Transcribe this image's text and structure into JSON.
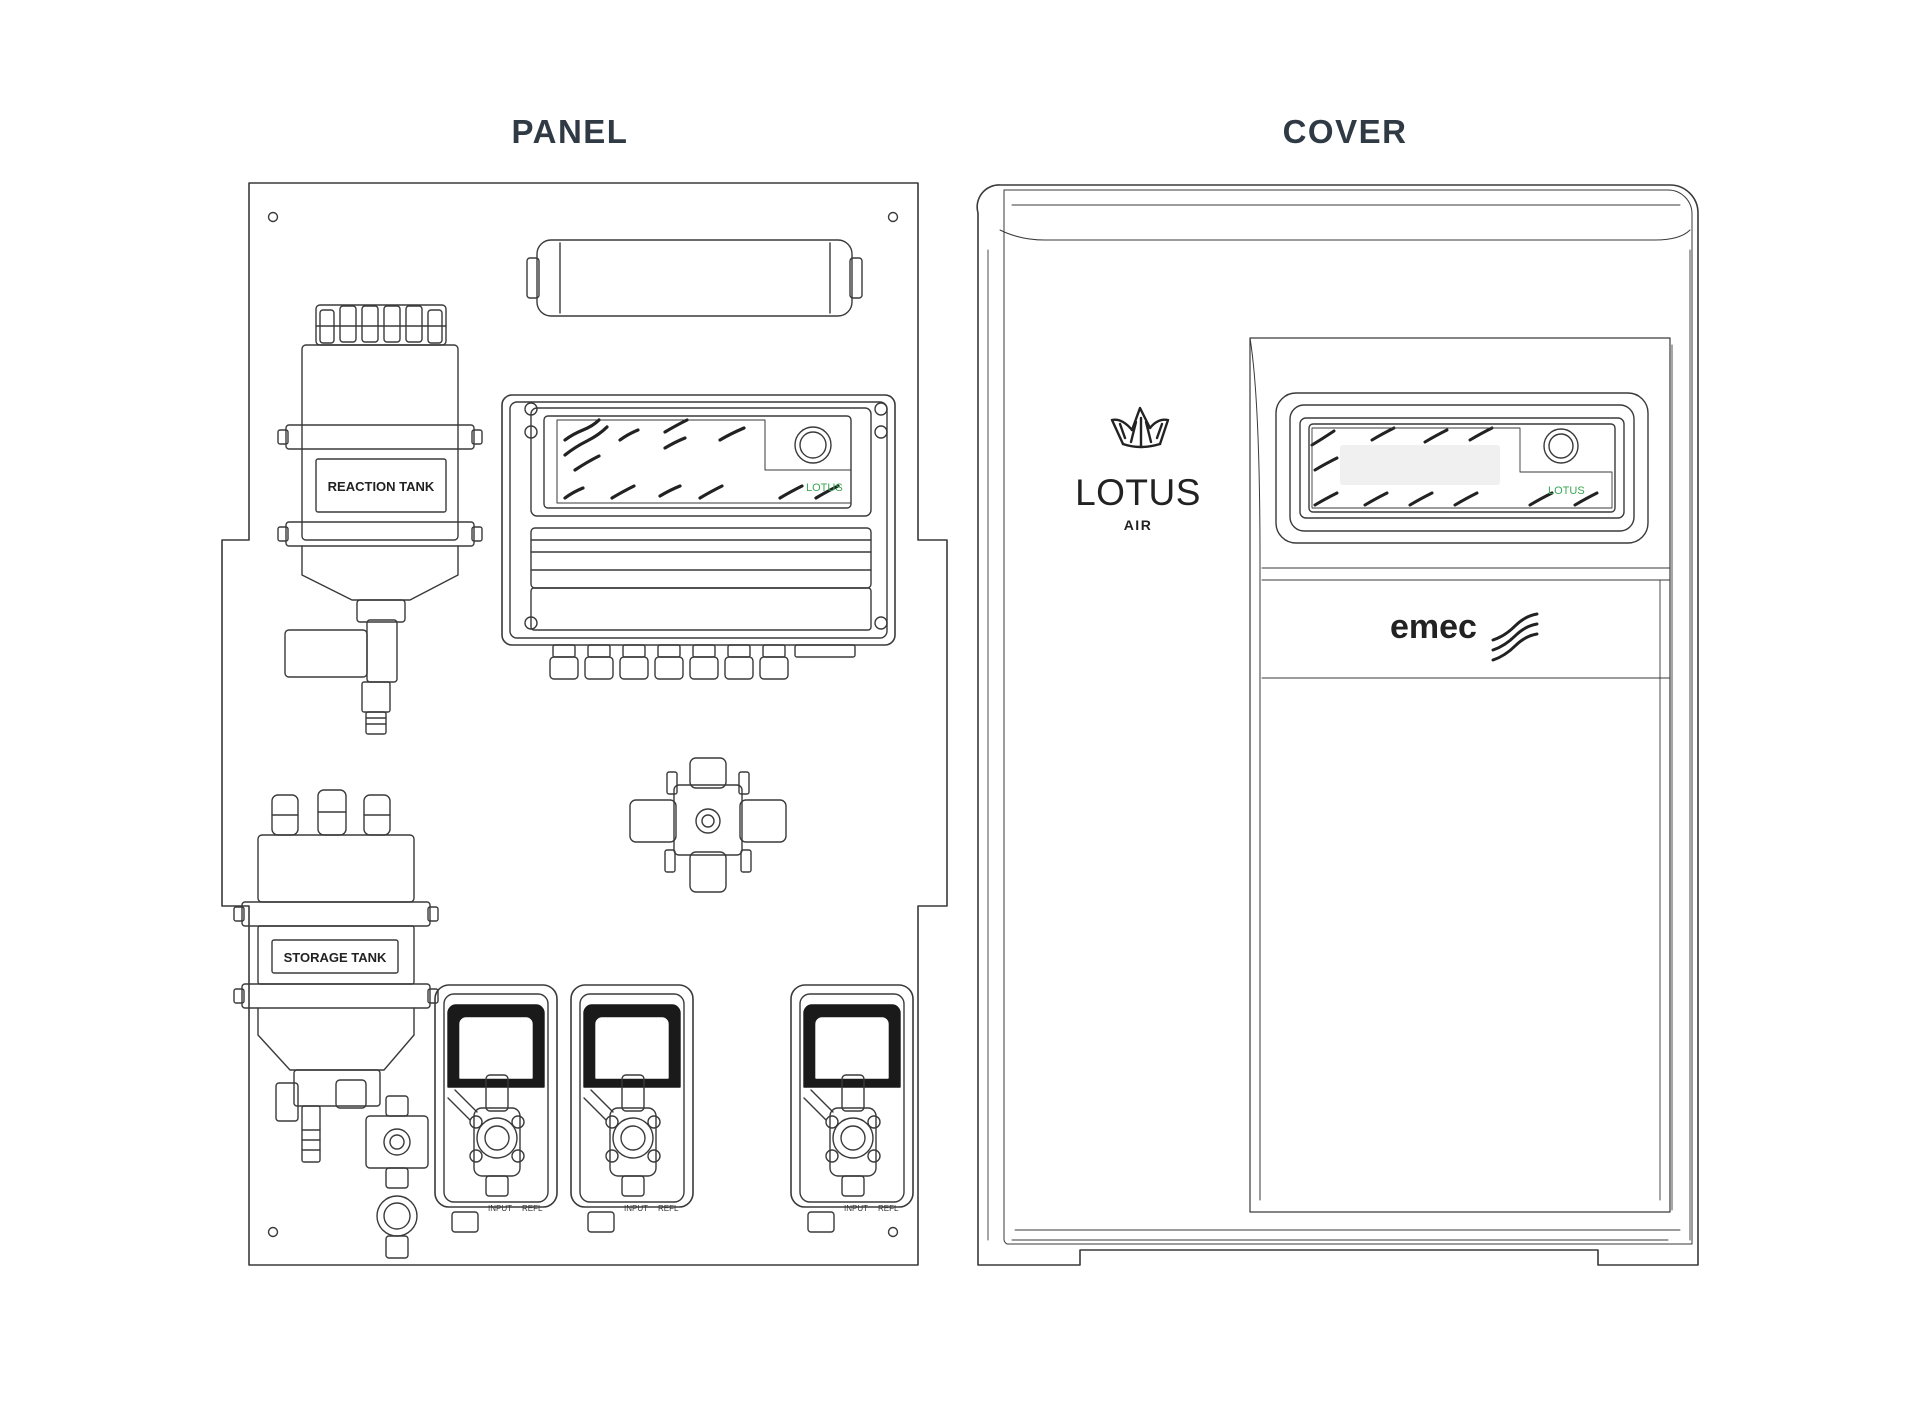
{
  "panel": {
    "title": "PANEL",
    "reaction_tank_label": "REACTION TANK",
    "storage_tank_label": "STORAGE TANK",
    "controller_logo": "LOTUS",
    "pump_labels": {
      "left": "INPUT",
      "right": "REFL"
    }
  },
  "cover": {
    "title": "COVER",
    "brand_name": "LOTUS",
    "brand_sub": "AIR",
    "controller_logo": "LOTUS",
    "maker_logo": "emec"
  },
  "colors": {
    "line": "#3a3a3a",
    "title": "#2f3a44",
    "accent_green": "#3aa655",
    "pump_head": "#1a1a1a"
  }
}
